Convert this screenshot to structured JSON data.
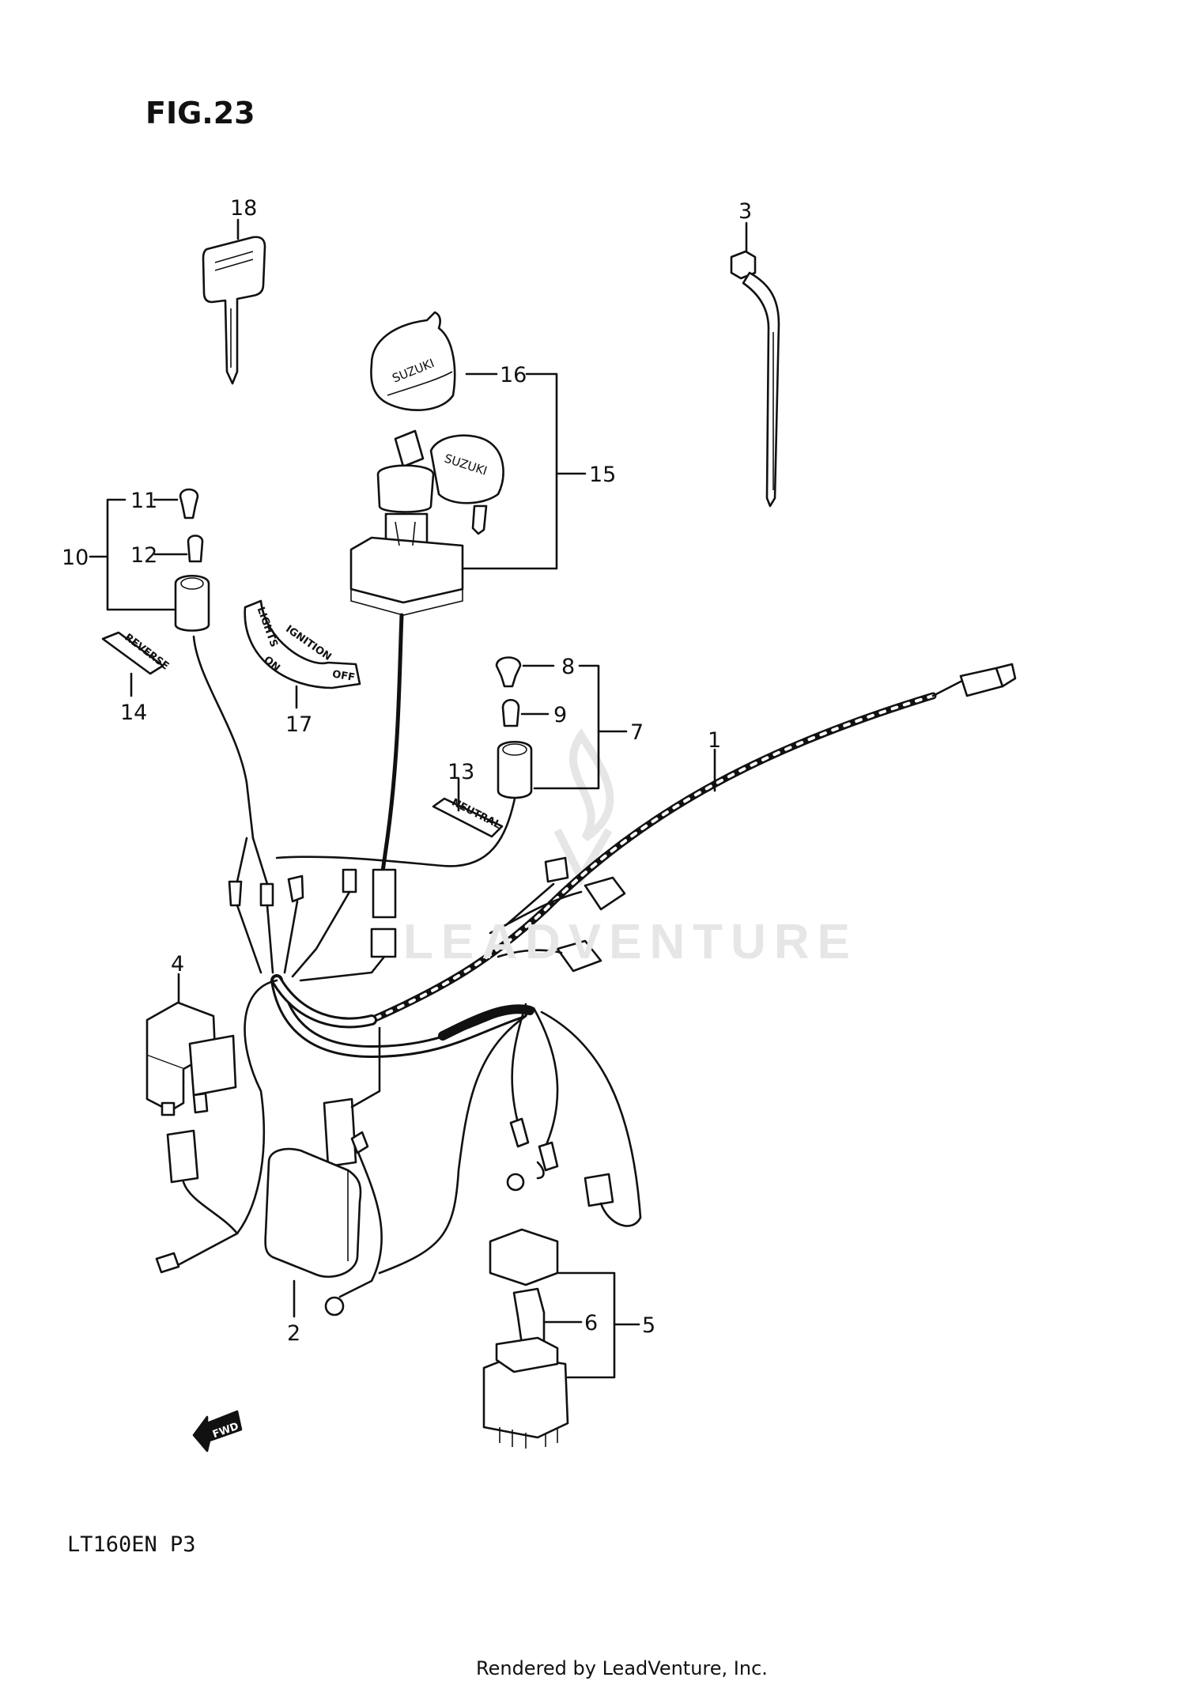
{
  "figure": {
    "title": "FIG.23",
    "model_code": "LT160EN  P3",
    "footer": "Rendered by LeadVenture, Inc.",
    "watermark": "LEADVENTURE"
  },
  "callouts": [
    "1",
    "2",
    "3",
    "4",
    "5",
    "6",
    "7",
    "8",
    "9",
    "10",
    "11",
    "12",
    "13",
    "14",
    "15",
    "16",
    "17",
    "18"
  ],
  "part_markings": {
    "knob_logo": "SUZUKI",
    "cap_logo": "SUZUKI",
    "reverse_plate": "REVERSE",
    "neutral_plate": "NEUTRAL",
    "ignition_label": [
      "LIGHTS",
      "ON",
      "IGNITION",
      "OFF"
    ],
    "fwd_arrow": "FWD"
  }
}
